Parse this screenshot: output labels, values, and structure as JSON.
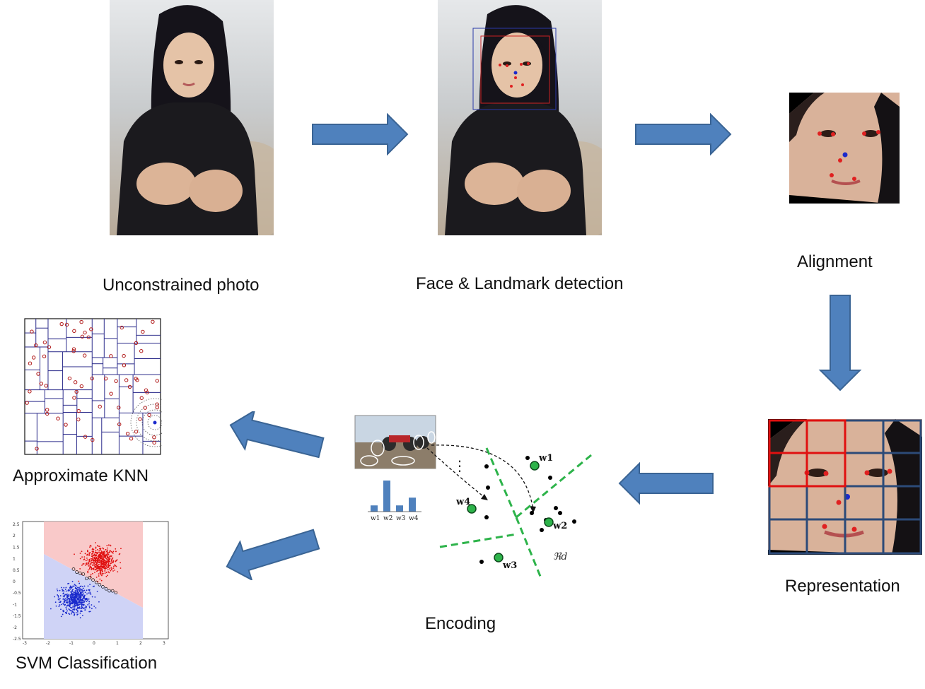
{
  "steps": {
    "unconstrained": "Unconstrained photo",
    "detection": "Face & Landmark detection",
    "alignment": "Alignment",
    "representation": "Representation",
    "encoding": "Encoding",
    "knn": "Approximate KNN",
    "svm": "SVM Classification"
  },
  "encoding_figure": {
    "histogram_labels": [
      "w1",
      "w2",
      "w3",
      "w4"
    ],
    "histogram_values": [
      0.2,
      1.0,
      0.2,
      0.45
    ],
    "codewords": [
      "w1",
      "w2",
      "w3",
      "w4"
    ],
    "space_label": "ℜd",
    "ellipsis": "⋮"
  },
  "svm_figure": {
    "x_ticks": [
      "-3",
      "-2",
      "-1",
      "0",
      "1",
      "2",
      "3"
    ],
    "y_ticks": [
      "2.5",
      "2",
      "1.5",
      "1",
      "0.5",
      "0",
      "-0.5",
      "-1",
      "-1.5",
      "-2",
      "-2.5"
    ]
  },
  "colors": {
    "arrow_fill": "#4f81bd",
    "arrow_stroke": "#3a6494",
    "landmark_red": "#e02020",
    "landmark_blue": "#1a2acc",
    "grid_red": "#e01010",
    "grid_navy": "#2c4a78",
    "partition_green": "#2db34a"
  }
}
